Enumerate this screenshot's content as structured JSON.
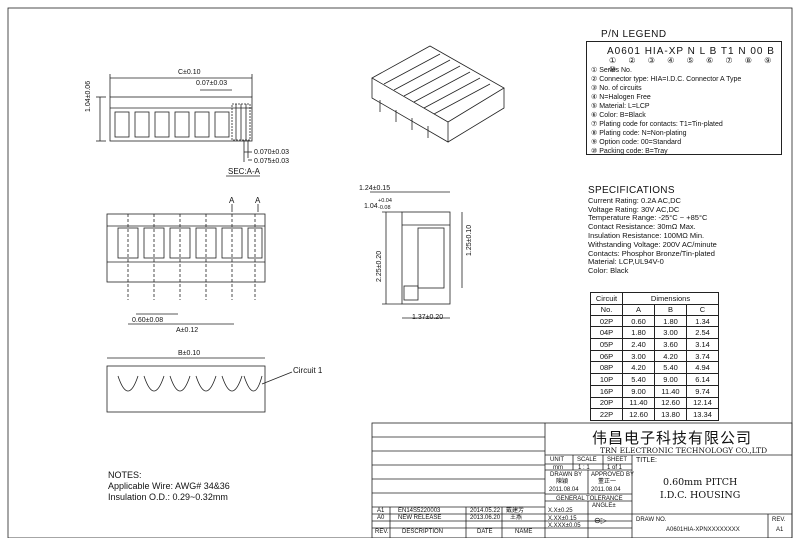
{
  "legend": {
    "title": "P/N LEGEND",
    "code": "A0601 HIA-XP N L B T1 N 00 B",
    "circled_numbers": "① ② ③ ④ ⑤ ⑥ ⑦ ⑧ ⑨ ⑩",
    "items": [
      "① Series No.",
      "② Connector type: HIA=I.D.C. Connector A Type",
      "③ No. of circuits",
      "④ N=Halogen Free",
      "⑤ Material: L=LCP",
      "⑥ Color: B=Black",
      "⑦ Plating code for contacts: T1=Tin-plated",
      "⑧ Plating code: N=Non-plating",
      "⑨ Option code: 00=Standard",
      "⑩ Packing code: B=Tray"
    ]
  },
  "specs": {
    "title": "SPECIFICATIONS",
    "lines": [
      "Current Rating: 0.2A AC,DC",
      "Voltage Rating: 30V AC,DC",
      "Temperature Range: -25°C ~ +85°C",
      "Contact Resistance: 30mΩ Max.",
      "Insulation Resistance: 100MΩ Min.",
      "Withstanding Voltage: 200V AC/minute",
      "Contacts: Phosphor Bronze/Tin-plated",
      "Material: LCP,UL94V-0",
      "Color: Black"
    ]
  },
  "dim_table": {
    "head_circuit": "Circuit",
    "head_no": "No.",
    "head_dimensions": "Dimensions",
    "cols": [
      "A",
      "B",
      "C"
    ],
    "rows": [
      [
        "02P",
        "0.60",
        "1.80",
        "1.34"
      ],
      [
        "04P",
        "1.80",
        "3.00",
        "2.54"
      ],
      [
        "05P",
        "2.40",
        "3.60",
        "3.14"
      ],
      [
        "06P",
        "3.00",
        "4.20",
        "3.74"
      ],
      [
        "08P",
        "4.20",
        "5.40",
        "4.94"
      ],
      [
        "10P",
        "5.40",
        "9.00",
        "6.14"
      ],
      [
        "16P",
        "9.00",
        "11.40",
        "9.74"
      ],
      [
        "20P",
        "11.40",
        "12.60",
        "12.14"
      ],
      [
        "22P",
        "12.60",
        "13.80",
        "13.34"
      ]
    ]
  },
  "notes": {
    "title": "NOTES:",
    "wire": "Applicable Wire: AWG# 34&36",
    "insulation": "Insulation O.D.: 0.29~0.32mm"
  },
  "dims": {
    "c": "C±0.10",
    "pitch007": "0.07±0.03",
    "height": "1.04±0.06",
    "d0070": "0.070±0.03",
    "d0075": "0.075±0.03",
    "section": "SEC:A-A",
    "w124": "1.24±0.15",
    "w104a": "1.04",
    "w104b": "+0.04",
    "w104c": "-0.08",
    "h225": "2.25±0.20",
    "h125": "1.25±0.10",
    "w137": "1.37±0.20",
    "p060": "0.60±0.08",
    "a": "A±0.12",
    "b": "B±0.10",
    "circuit1": "Circuit 1",
    "sec_a": "A"
  },
  "title_block": {
    "company_cn": "伟昌电子科技有限公司",
    "company_en": "TRN ELECTRONIC TECHNOLOGY CO.,LTD",
    "title_label": "TITLE:",
    "title_line1": "0.60mm PITCH",
    "title_line2": "I.D.C. HOUSING",
    "unit": "UNIT",
    "scale": "SCALE",
    "sheet": "SHEET",
    "unit_val": "mm",
    "scale_val": "1 : 1",
    "sheet_val": "1 of 1",
    "drawn_by": "DRAWN BY",
    "approved_by": "APPROVED BY",
    "drawn_name": "陳穎",
    "approved_name": "董正一",
    "drawn_date": "2011.08.04",
    "approved_date": "2011.08.04",
    "gen_tol": "GENERAL TOLERANCE",
    "tol1": "X.X±0.25",
    "tol2": "X.XX±0.15",
    "tol3": "X.XXX±0.05",
    "angle": "ANGLE±",
    "drw_no": "DRAW NO.",
    "drw_val": "A0601HIA-XPNXXXXXXXX",
    "rev": "REV.",
    "rev_val": "A1",
    "rev_rows": [
      [
        "A1",
        "EN14S5220003",
        "2014.05.22",
        "戴建芳"
      ],
      [
        "A0",
        "NEW RELEASE",
        "2013.06.20",
        "王燕"
      ]
    ],
    "rev_head": [
      "REV.",
      "DESCRIPTION",
      "DATE",
      "NAME"
    ]
  }
}
